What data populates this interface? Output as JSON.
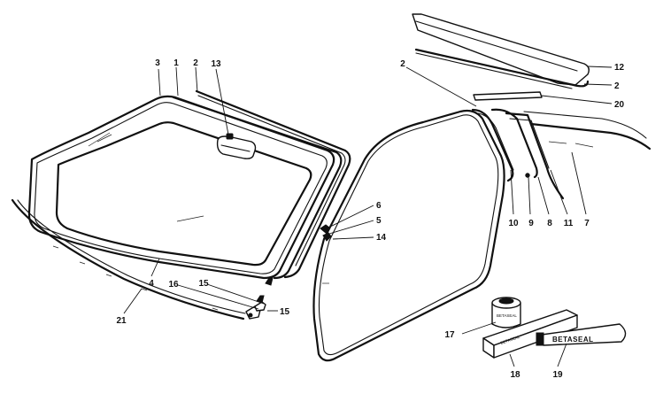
{
  "labels": {
    "l1": "1",
    "l2a": "2",
    "l2b": "2",
    "l2c": "2",
    "l3": "3",
    "l4": "4",
    "l5": "5",
    "l6": "6",
    "l7": "7",
    "l8": "8",
    "l9": "9",
    "l10": "10",
    "l11": "11",
    "l12": "12",
    "l13": "13",
    "l14": "14",
    "l15a": "15",
    "l15b": "15",
    "l16": "16",
    "l17": "17",
    "l18": "18",
    "l19": "19",
    "l20": "20",
    "l21": "21"
  },
  "tube_brand": "BETASEAL",
  "box_print": "BETASEAL",
  "can_print": "BETASEAL"
}
